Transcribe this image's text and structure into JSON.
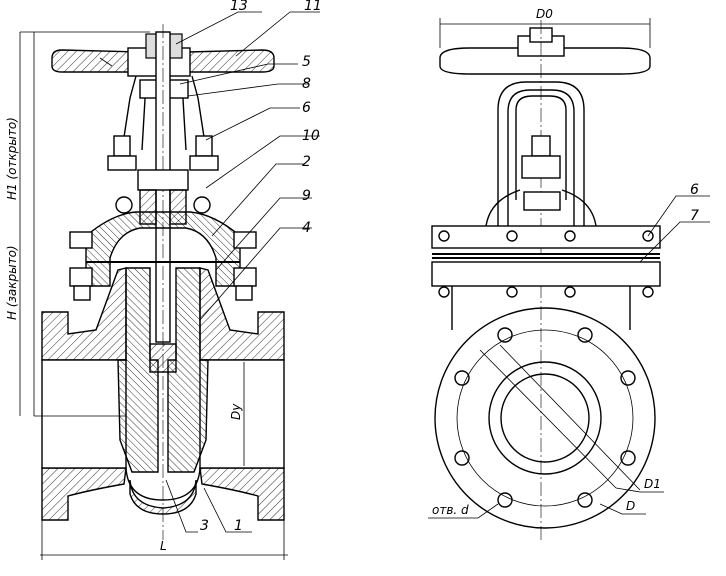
{
  "left_view": {
    "part_numbers": [
      "13",
      "11",
      "5",
      "8",
      "6",
      "10",
      "2",
      "9",
      "4",
      "3",
      "1"
    ],
    "dims": {
      "h1": "H1 (открыто)",
      "h": "H (закрыто)",
      "dy": "Dy",
      "l": "L"
    }
  },
  "right_view": {
    "part_numbers": [
      "6",
      "7"
    ],
    "dims": {
      "d0": "D0",
      "d1": "D1",
      "d": "D",
      "holes": "отв. d"
    }
  }
}
